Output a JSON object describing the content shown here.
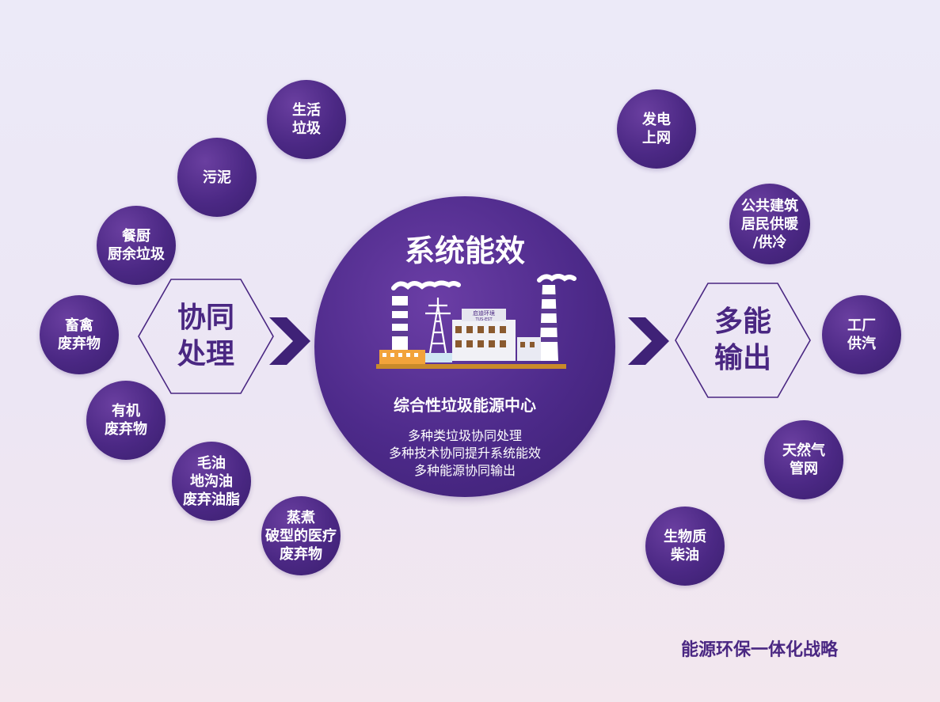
{
  "inputs": [
    {
      "lines": [
        "生活",
        "垃圾"
      ]
    },
    {
      "lines": [
        "污泥"
      ]
    },
    {
      "lines": [
        "餐厨",
        "厨余垃圾"
      ]
    },
    {
      "lines": [
        "畜禽",
        "废弃物"
      ]
    },
    {
      "lines": [
        "有机",
        "废弃物"
      ]
    },
    {
      "lines": [
        "毛油",
        "地沟油",
        "废弃油脂"
      ]
    },
    {
      "lines": [
        "蒸煮",
        "破型的医疗",
        "废弃物"
      ]
    }
  ],
  "left_hex": {
    "lines": [
      "协同",
      "处理"
    ]
  },
  "right_hex": {
    "lines": [
      "多能",
      "输出"
    ]
  },
  "center": {
    "title": "系统能效",
    "plant_sign": {
      "name": "启迪环境",
      "code": "TUS-EST"
    },
    "subtitle": "综合性垃圾能源中心",
    "lines": [
      "多种类垃圾协同处理",
      "多种技术协同提升系统能效",
      "多种能源协同输出"
    ]
  },
  "outputs": [
    {
      "lines": [
        "发电",
        "上网"
      ]
    },
    {
      "lines": [
        "公共建筑",
        "居民供暖",
        "/供冷"
      ]
    },
    {
      "lines": [
        "工厂",
        "供汽"
      ]
    },
    {
      "lines": [
        "天然气",
        "管网"
      ]
    },
    {
      "lines": [
        "生物质",
        "柴油"
      ]
    }
  ],
  "footer": "能源环保一体化战略",
  "colors": {
    "primary": "#4b2884",
    "accent_text": "#4a2782",
    "background": "#ece8f6"
  }
}
